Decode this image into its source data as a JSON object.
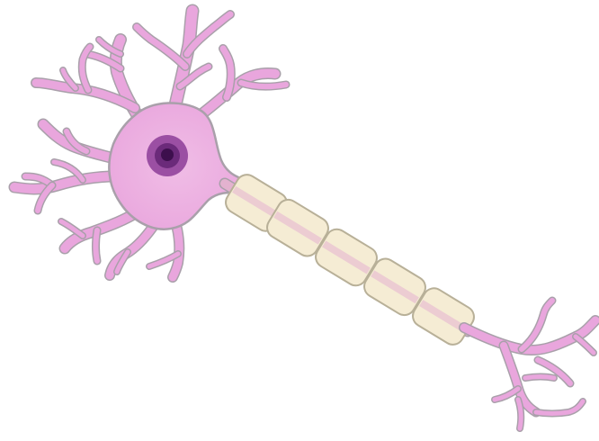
{
  "diagram": {
    "subject": "neuron",
    "parts": [
      "dendrites",
      "cell-body",
      "nucleus",
      "nucleolus",
      "axon",
      "myelin-sheath",
      "axon-terminals"
    ],
    "myelin_segment_count": 5
  },
  "colors": {
    "background": "#ffffff",
    "membrane_edge": "#a9a0aa",
    "cell_fill": "#e9a6dd",
    "cell_fill_light": "#f0bde6",
    "axon_core": "#e3b2cf",
    "nucleus_outer": "#9b4fa3",
    "nucleus_mid": "#6b2a7a",
    "nucleolus": "#3d0f4d",
    "myelin_fill": "#f5ecd4",
    "myelin_edge": "#b8b098"
  }
}
